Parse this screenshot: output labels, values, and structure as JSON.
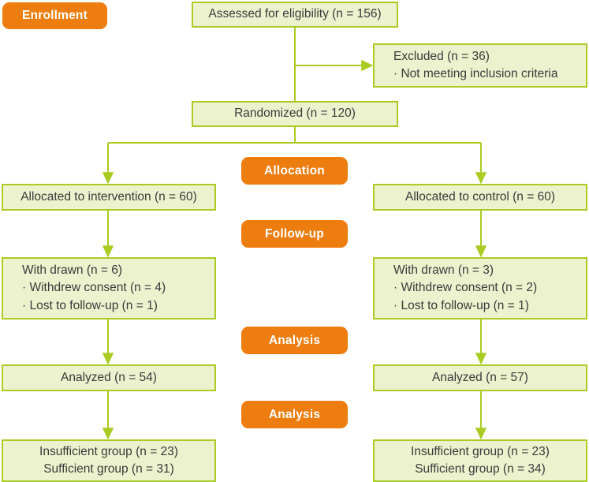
{
  "theme": {
    "box_fill": "#EDF2CE",
    "box_border": "#AACC22",
    "connector": "#AACC22",
    "badge_fill": "#ED7D0E",
    "badge_text": "#FFFFFF",
    "text": "#3A3A3A",
    "background": "#FFFFFF"
  },
  "badges": {
    "enrollment": "Enrollment",
    "allocation": "Allocation",
    "followup": "Follow-up",
    "analysis1": "Analysis",
    "analysis2": "Analysis"
  },
  "nodes": {
    "assessed": {
      "lines": [
        "Assessed for eligibility (n = 156)"
      ]
    },
    "excluded": {
      "lines": [
        "Excluded (n = 36)",
        "· Not meeting inclusion criteria"
      ]
    },
    "randomized": {
      "lines": [
        "Randomized (n = 120)"
      ]
    },
    "alloc_int": {
      "lines": [
        "Allocated to intervention (n = 60)"
      ]
    },
    "alloc_ctl": {
      "lines": [
        "Allocated to control (n = 60)"
      ]
    },
    "wd_int": {
      "lines": [
        "With drawn (n = 6)",
        "· Withdrew consent (n = 4)",
        "· Lost to follow-up (n = 1)"
      ]
    },
    "wd_ctl": {
      "lines": [
        "With drawn (n = 3)",
        "· Withdrew consent (n = 2)",
        "· Lost to follow-up (n = 1)"
      ]
    },
    "analyzed_int": {
      "lines": [
        "Analyzed (n = 54)"
      ]
    },
    "analyzed_ctl": {
      "lines": [
        "Analyzed (n = 57)"
      ]
    },
    "final_int": {
      "lines": [
        "Insufficient group (n = 23)",
        "Sufficient group (n = 31)"
      ]
    },
    "final_ctl": {
      "lines": [
        "Insufficient group (n = 23)",
        "Sufficient group (n = 34)"
      ]
    }
  },
  "chart_data": {
    "type": "diagram",
    "title": "CONSORT participant flow diagram",
    "stages": [
      "Enrollment",
      "Allocation",
      "Follow-up",
      "Analysis",
      "Analysis"
    ],
    "counts": {
      "assessed_for_eligibility": 156,
      "excluded": 36,
      "excluded_not_meeting_inclusion_criteria": 36,
      "randomized": 120,
      "allocated_to_intervention": 60,
      "allocated_to_control": 60,
      "intervention_withdrawn": 6,
      "intervention_withdrew_consent": 4,
      "intervention_lost_to_follow_up": 1,
      "control_withdrawn": 3,
      "control_withdrew_consent": 2,
      "control_lost_to_follow_up": 1,
      "intervention_analyzed": 54,
      "control_analyzed": 57,
      "intervention_insufficient_group": 23,
      "intervention_sufficient_group": 31,
      "control_insufficient_group": 23,
      "control_sufficient_group": 34
    }
  }
}
